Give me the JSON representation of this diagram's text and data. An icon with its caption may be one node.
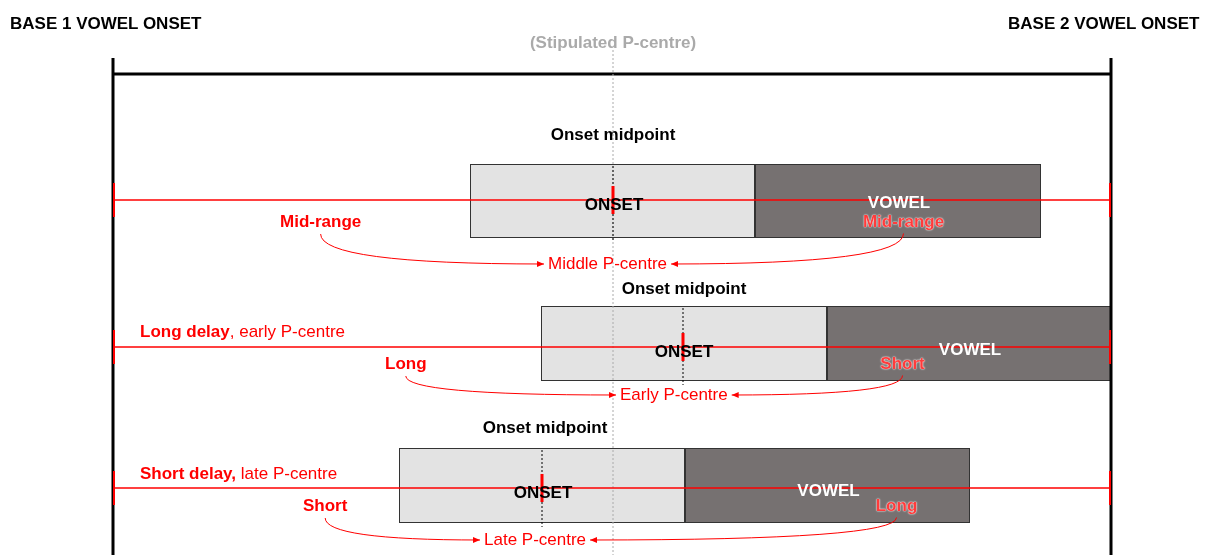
{
  "diagram": {
    "nodes": [
      {
        "text": [
          "ONSET"
        ]
      },
      {
        "text": [
          "VOWEL"
        ]
      },
      {
        "text": [
          "Mid-range"
        ]
      },
      {
        "text": [
          "Mid-range"
        ],
        "in": 1
      },
      {
        "text": [
          "Middle P-centre"
        ]
      },
      {
        "text": [
          "ONSET"
        ]
      },
      {
        "text": [
          "VOWEL"
        ]
      },
      {
        "text": [
          "Long"
        ]
      },
      {
        "text": [
          "Short"
        ],
        "in": 6
      },
      {
        "text": [
          "Early P-centre"
        ]
      },
      {
        "text": [
          "ONSET"
        ]
      },
      {
        "text": [
          "VOWEL"
        ]
      },
      {
        "text": [
          "Short"
        ]
      },
      {
        "text": [
          "Long"
        ],
        "in": 11
      },
      {
        "text": [
          "Late P-centre"
        ]
      }
    ],
    "edges": [
      {
        "from": 2,
        "to": 4,
        "arrow": "to"
      },
      {
        "from": 3,
        "to": 4,
        "arrow": "to"
      },
      {
        "from": 7,
        "to": 9,
        "arrow": "to"
      },
      {
        "from": 8,
        "to": 9,
        "arrow": "to"
      },
      {
        "from": 12,
        "to": 14,
        "arrow": "to"
      },
      {
        "from": 13,
        "to": 14,
        "arrow": "to"
      }
    ],
    "labels": [
      "BASE 1 VOWEL ONSET",
      "BASE 2 VOWEL ONSET",
      "(Stipulated P-centre)",
      "Onset midpoint",
      "Onset midpoint",
      "**Long delay**, early P-centre",
      "Onset midpoint",
      "**Short delay,** late P-centre"
    ]
  }
}
